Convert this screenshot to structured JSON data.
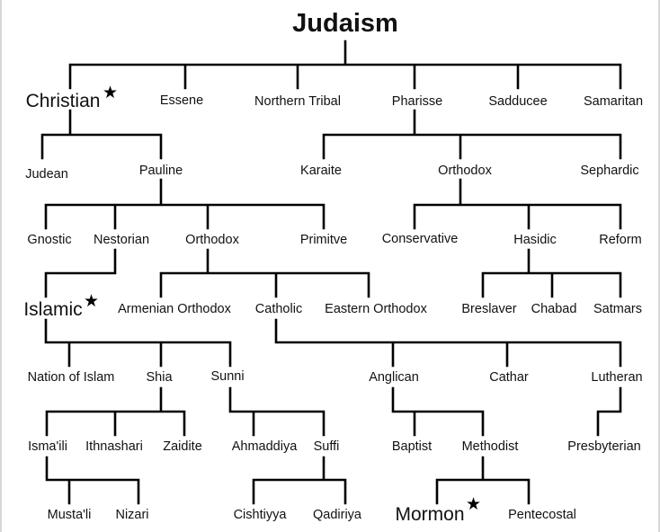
{
  "title": "Judaism",
  "star_icon": "star-icon",
  "line_color": "#000000",
  "nodes": {
    "christian": "Christian",
    "essene": "Essene",
    "northern_tribal": "Northern Tribal",
    "pharisse": "Pharisse",
    "sadducee": "Sadducee",
    "samaritan": "Samaritan",
    "judean": "Judean",
    "pauline": "Pauline",
    "karaite": "Karaite",
    "orthodox_jewish": "Orthodox",
    "sephardic": "Sephardic",
    "gnostic": "Gnostic",
    "nestorian": "Nestorian",
    "orthodox_christian": "Orthodox",
    "primitve": "Primitve",
    "conservative": "Conservative",
    "hasidic": "Hasidic",
    "reform": "Reform",
    "islamic": "Islamic",
    "armenian_orthodox": "Armenian Orthodox",
    "catholic": "Catholic",
    "eastern_orthodox": "Eastern Orthodox",
    "breslaver": "Breslaver",
    "chabad": "Chabad",
    "satmars": "Satmars",
    "nation_of_islam": "Nation of Islam",
    "shia": "Shia",
    "sunni": "Sunni",
    "anglican": "Anglican",
    "cathar": "Cathar",
    "lutheran": "Lutheran",
    "ismaili": "Isma'ili",
    "ithnashari": "Ithnashari",
    "zaidite": "Zaidite",
    "ahmaddiya": "Ahmaddiya",
    "suffi": "Suffi",
    "baptist": "Baptist",
    "methodist": "Methodist",
    "presbyterian": "Presbyterian",
    "mustali": "Musta'li",
    "nizari": "Nizari",
    "cishtiyya": "Cishtiyya",
    "qadiriya": "Qadiriya",
    "mormon": "Mormon",
    "pentecostal": "Pentecostal"
  }
}
